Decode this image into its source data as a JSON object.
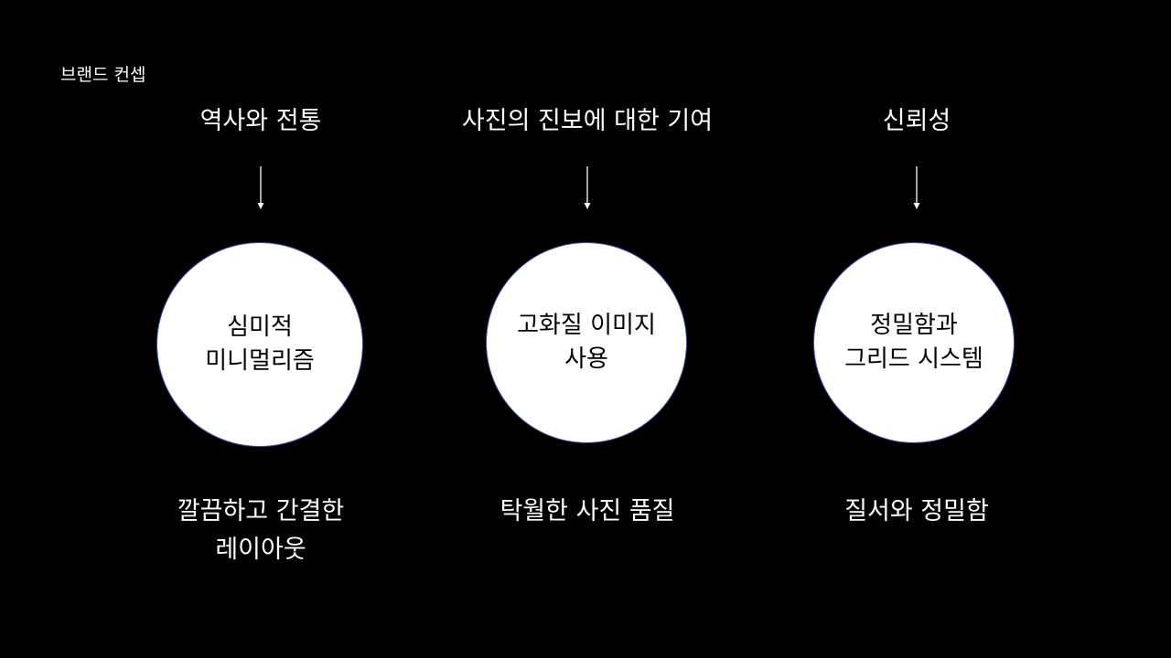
{
  "slide": {
    "label": "브랜드 컨셉"
  },
  "columns": [
    {
      "heading": "역사와 전통",
      "circle_lines": [
        "심미적",
        "미니멀리즘"
      ],
      "caption_lines": [
        "깔끔하고 간결한",
        "레이아웃"
      ]
    },
    {
      "heading": "사진의 진보에 대한 기여",
      "circle_lines": [
        "고화질 이미지",
        "사용"
      ],
      "caption_lines": [
        "탁월한 사진 품질"
      ]
    },
    {
      "heading": "신뢰성",
      "circle_lines": [
        "정밀함과",
        "그리드 시스템"
      ],
      "caption_lines": [
        "질서와 정밀함"
      ]
    }
  ],
  "colors": {
    "background": "#000000",
    "text": "#ffffff",
    "circle_fill": "#ffffff",
    "circle_border": "#3d4fb0",
    "circle_text": "#000000"
  },
  "icons": {
    "arrow": "arrow-down-icon"
  }
}
